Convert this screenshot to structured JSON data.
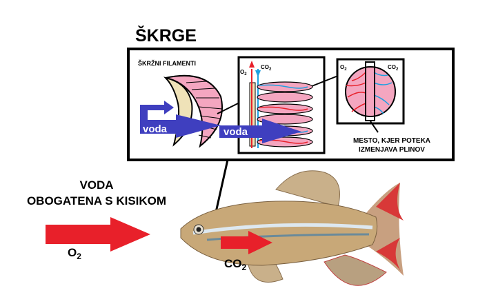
{
  "title": "ŠKRGE",
  "gill_box": {
    "filaments_label": "ŠKRŽNI FILAMENTI",
    "water_label_1": "voda",
    "water_label_2": "voda",
    "o2_label": "O",
    "o2_sub": "2",
    "co2_label": "CO",
    "co2_sub": "2",
    "detail_o2": "O",
    "detail_o2_sub": "2",
    "detail_co2": "CO",
    "detail_co2_sub": "2",
    "exchange_label_line1": "MESTO, KJER POTEKA",
    "exchange_label_line2": "IZMENJAVA PLINOV"
  },
  "left": {
    "line1": "VODA",
    "line2": "OBOGATENA S KISIKOM",
    "o2": "O",
    "o2_sub": "2"
  },
  "fish": {
    "co2": "CO",
    "co2_sub": "2"
  },
  "colors": {
    "arrow_red": "#e8202a",
    "water_blue": "#3f3fbf",
    "blood_blue": "#1ea0e0",
    "filament_pink": "#f4a6c0",
    "cartilage": "#efe2b8"
  }
}
